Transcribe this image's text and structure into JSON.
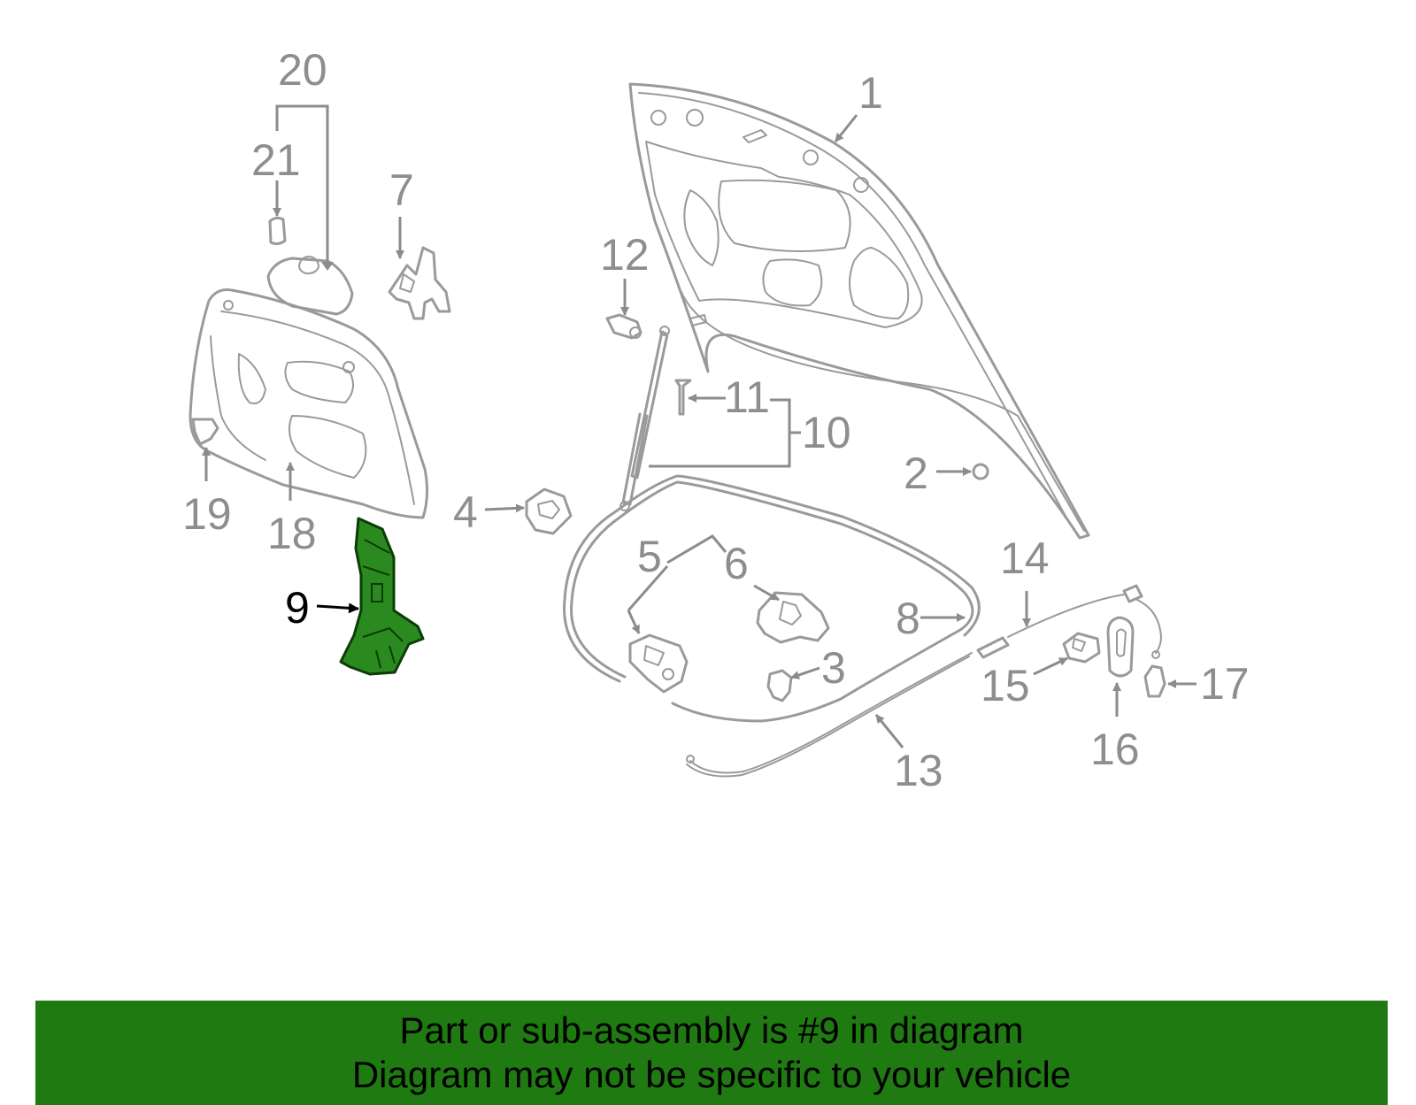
{
  "diagram": {
    "highlighted_part": "9",
    "highlight_color": "#2b8a1f",
    "line_color": "#9a9a9a",
    "callouts": {
      "c1": "1",
      "c2": "2",
      "c3": "3",
      "c4": "4",
      "c5": "5",
      "c6": "6",
      "c7": "7",
      "c8": "8",
      "c9": "9",
      "c10": "10",
      "c11": "11",
      "c12": "12",
      "c13": "13",
      "c14": "14",
      "c15": "15",
      "c16": "16",
      "c17": "17",
      "c18": "18",
      "c19": "19",
      "c20": "20",
      "c21": "21"
    }
  },
  "banner": {
    "background": "#1f7a12",
    "line1": "Part or sub-assembly is #9 in diagram",
    "line2": "Diagram may not be specific to your vehicle"
  }
}
